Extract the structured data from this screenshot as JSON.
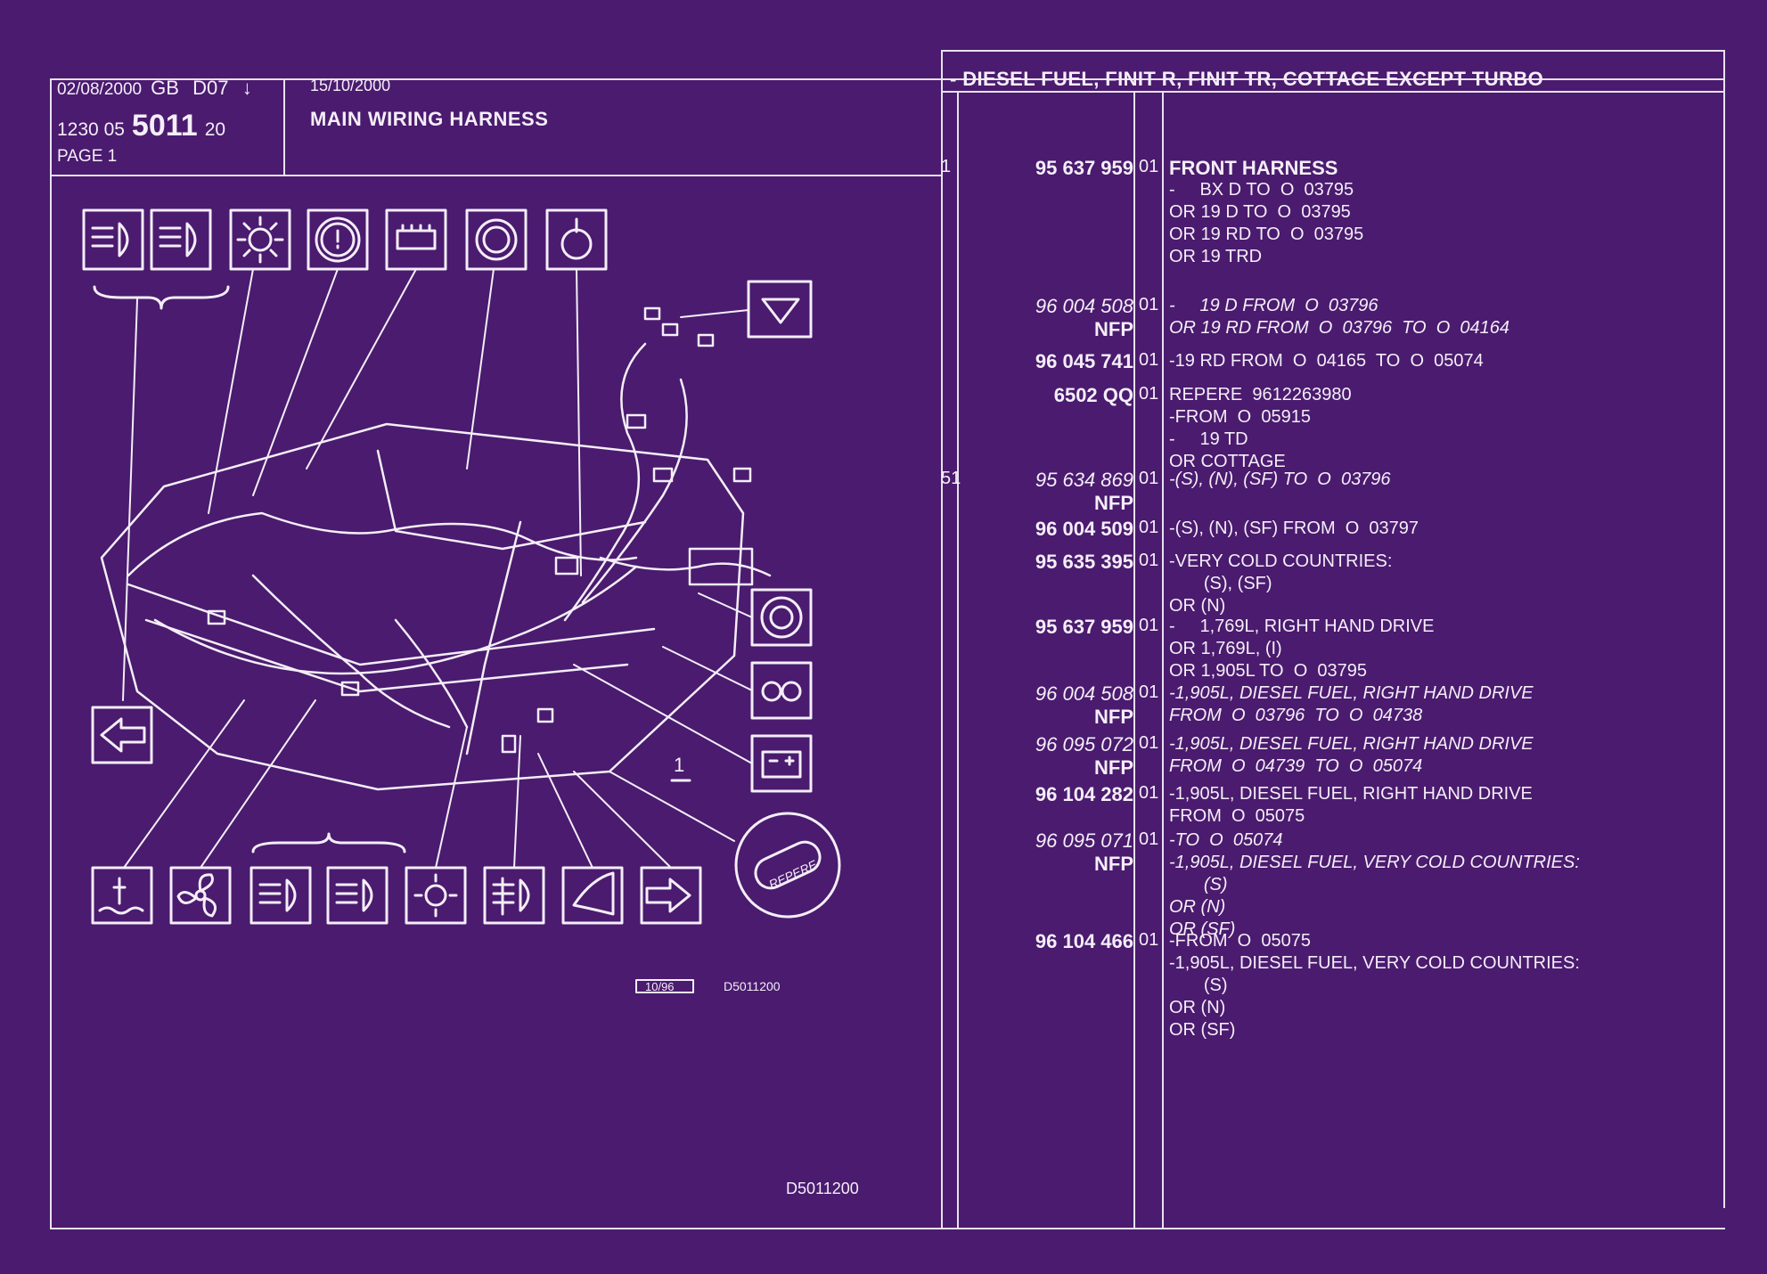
{
  "header": {
    "date_left": "02/08/2000",
    "lang": "GB",
    "code": "D07",
    "arrow": "↓",
    "group": "1230",
    "sub": "05",
    "plate": "5011",
    "sub2": "20",
    "page": "PAGE 1",
    "date_mid": "15/10/2000",
    "title": "MAIN WIRING HARNESS",
    "application": "- DIESEL FUEL, FINIT R, FINIT TR, COTTAGE EXCEPT TURBO"
  },
  "diagram": {
    "callout": "1",
    "stamp": "10/96",
    "ref_small": "D5011200",
    "repere_label": "REPERE",
    "drawing_ref": "D5011200",
    "icons": [
      "low-beam-icon",
      "high-beam-icon",
      "light-icon",
      "brake-warning-icon",
      "connector-block-icon",
      "abs-icon",
      "sensor-icon",
      "wiper-icon",
      "abs-icon",
      "glow-plug-icon",
      "battery-icon",
      "left-indicator-icon",
      "coolant-temp-icon",
      "fan-icon",
      "low-beam-icon",
      "high-beam-icon",
      "light-icon",
      "fog-light-icon",
      "horn-icon",
      "right-indicator-icon"
    ]
  },
  "parts": [
    {
      "item": "1",
      "ref": "95 637 959",
      "nfp": "",
      "qty": "01",
      "italic": false,
      "lines": [
        "FRONT HARNESS",
        "-     BX D TO  O  03795",
        "OR 19 D TO  O  03795",
        "OR 19 RD TO  O  03795",
        "OR 19 TRD"
      ]
    },
    {
      "item": "",
      "ref": "96 004 508",
      "nfp": "NFP",
      "qty": "01",
      "italic": true,
      "lines": [
        "-     19 D FROM  O  03796",
        "OR 19 RD FROM  O  03796  TO  O  04164"
      ]
    },
    {
      "item": "",
      "ref": "96 045 741",
      "nfp": "",
      "qty": "01",
      "italic": false,
      "lines": [
        "-19 RD FROM  O  04165  TO  O  05074"
      ]
    },
    {
      "item": "",
      "ref": "6502 QQ",
      "nfp": "",
      "qty": "01",
      "italic": false,
      "lines": [
        "REPERE  9612263980",
        "-FROM  O  05915",
        "-     19 TD",
        "OR COTTAGE"
      ]
    },
    {
      "item": "51",
      "ref": "95 634 869",
      "nfp": "NFP",
      "qty": "01",
      "italic": true,
      "lines": [
        "-(S), (N), (SF) TO  O  03796"
      ]
    },
    {
      "item": "",
      "ref": "96 004 509",
      "nfp": "",
      "qty": "01",
      "italic": false,
      "lines": [
        "-(S), (N), (SF) FROM  O  03797"
      ]
    },
    {
      "item": "",
      "ref": "95 635 395",
      "nfp": "",
      "qty": "01",
      "italic": false,
      "lines": [
        "-VERY COLD COUNTRIES:",
        "       (S), (SF)",
        "OR (N)"
      ]
    },
    {
      "item": "",
      "ref": "95 637 959",
      "nfp": "",
      "qty": "01",
      "italic": false,
      "lines": [
        "-     1,769L, RIGHT HAND DRIVE",
        "OR 1,769L, (I)",
        "OR 1,905L TO  O  03795"
      ]
    },
    {
      "item": "",
      "ref": "96 004 508",
      "nfp": "NFP",
      "qty": "01",
      "italic": true,
      "lines": [
        "-1,905L, DIESEL FUEL, RIGHT HAND DRIVE",
        "FROM  O  03796  TO  O  04738"
      ]
    },
    {
      "item": "",
      "ref": "96 095 072",
      "nfp": "NFP",
      "qty": "01",
      "italic": true,
      "lines": [
        "-1,905L, DIESEL FUEL, RIGHT HAND DRIVE",
        "FROM  O  04739  TO  O  05074"
      ]
    },
    {
      "item": "",
      "ref": "96 104 282",
      "nfp": "",
      "qty": "01",
      "italic": false,
      "lines": [
        "-1,905L, DIESEL FUEL, RIGHT HAND DRIVE",
        "FROM  O  05075"
      ]
    },
    {
      "item": "",
      "ref": "96 095 071",
      "nfp": "NFP",
      "qty": "01",
      "italic": true,
      "lines": [
        "-TO  O  05074",
        "-1,905L, DIESEL FUEL, VERY COLD COUNTRIES:",
        "       (S)",
        "OR (N)",
        "OR (SF)"
      ]
    },
    {
      "item": "",
      "ref": "96 104 466",
      "nfp": "",
      "qty": "01",
      "italic": false,
      "lines": [
        "-FROM  O  05075",
        "-1,905L, DIESEL FUEL, VERY COLD COUNTRIES:",
        "       (S)",
        "OR (N)",
        "OR (SF)"
      ]
    }
  ]
}
